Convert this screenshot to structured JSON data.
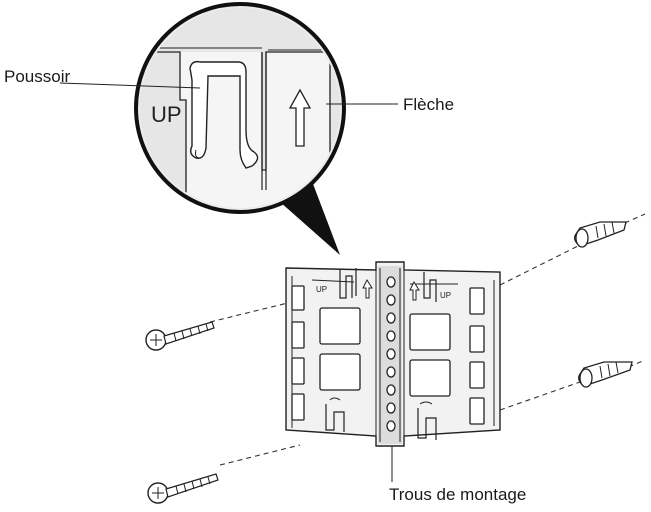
{
  "labels": {
    "pusher": "Poussoir",
    "arrow": "Flèche",
    "mounting_holes": "Trous de montage"
  },
  "marks": {
    "up_magnified": "UP",
    "up_left": "UP",
    "up_right": "UP"
  }
}
